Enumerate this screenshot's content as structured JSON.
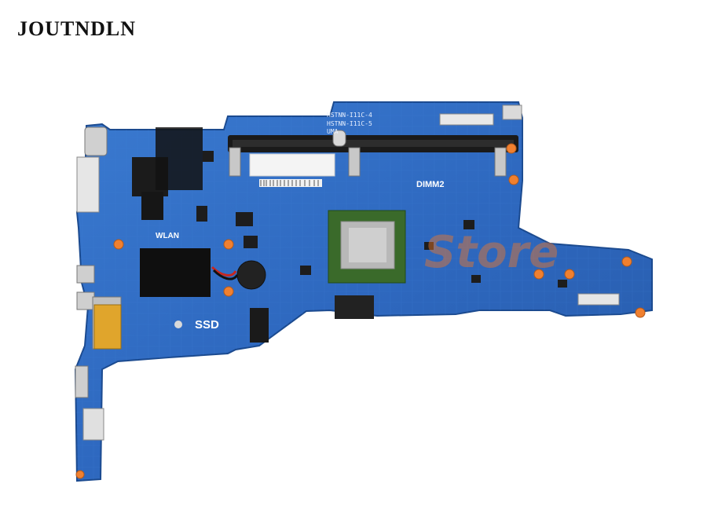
{
  "brand": {
    "name": "JOUTNDLN"
  },
  "board": {
    "model_lines": [
      "HSTNN-I11C-4",
      "HSTNN-I11C-5",
      "UMA"
    ],
    "labels": {
      "dimm": "DIMM2",
      "wlan": "WLAN",
      "ssd": "SSD"
    },
    "watermark": "Store",
    "colors": {
      "pcb": "#2f6cc4",
      "pcb_dark": "#1f4f9a",
      "gold": "#e0a52c",
      "watermark": "#f07828"
    }
  }
}
